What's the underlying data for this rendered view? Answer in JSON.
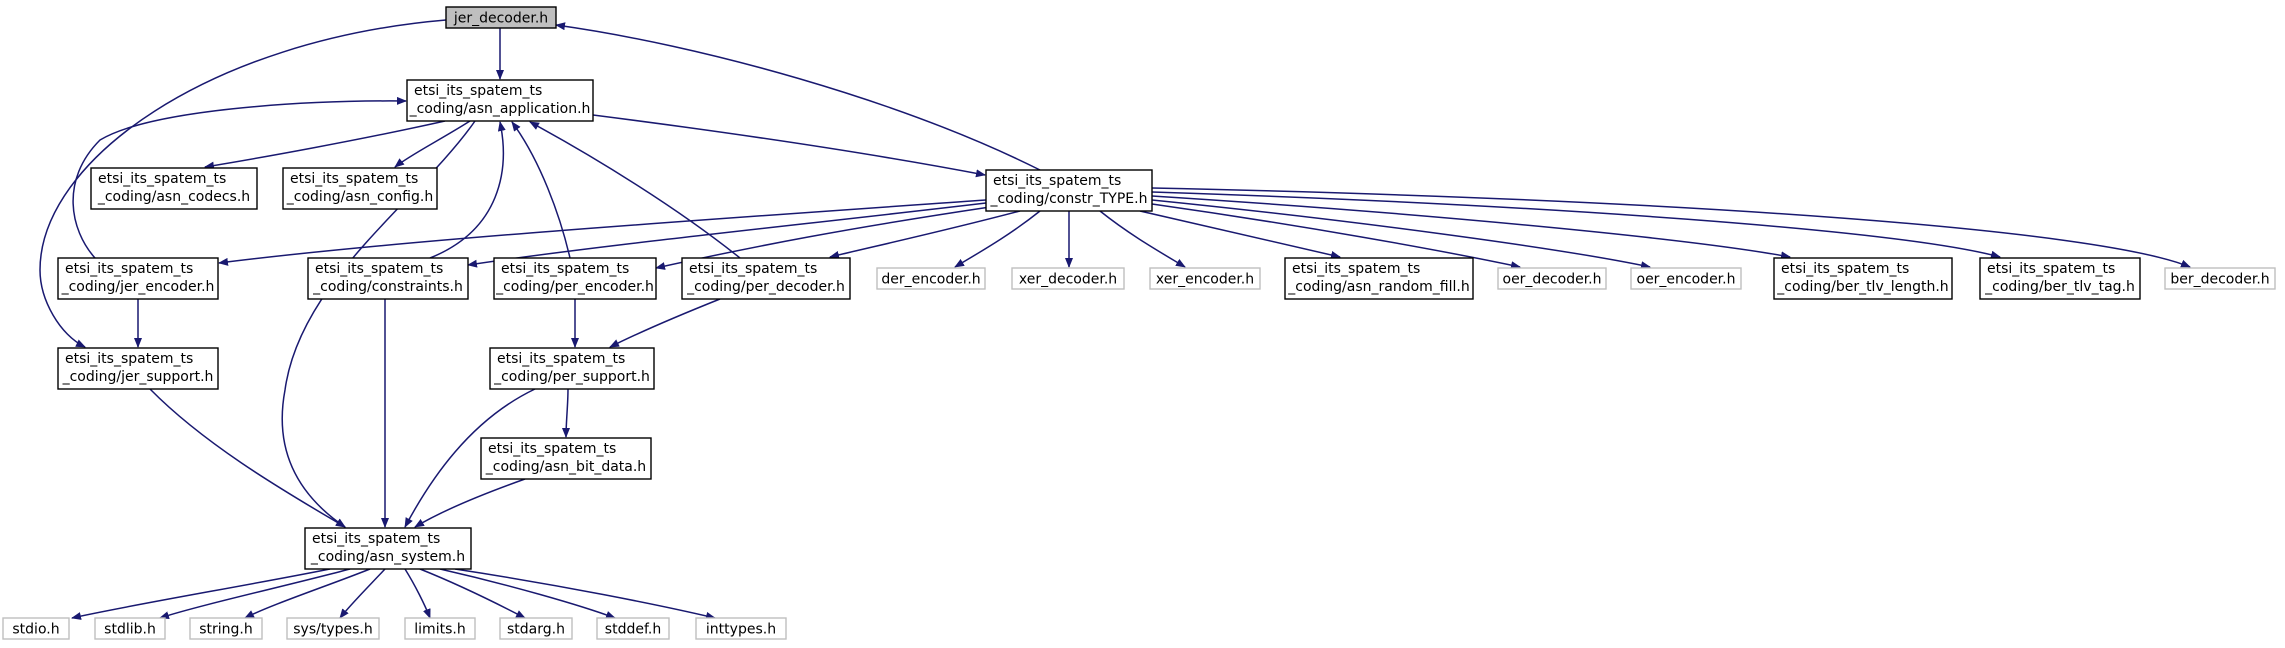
{
  "graph_colors": {
    "edge": "#191970",
    "root_fill": "#bfbfbf",
    "node_border": "#000000",
    "external_border": "#bfbfbf"
  },
  "nodes": {
    "jer_decoder": {
      "lines": [
        "jer_decoder.h"
      ]
    },
    "asn_application": {
      "lines": [
        "etsi_its_spatem_ts",
        "_coding/asn_application.h"
      ]
    },
    "asn_codecs": {
      "lines": [
        "etsi_its_spatem_ts",
        "_coding/asn_codecs.h"
      ]
    },
    "asn_config": {
      "lines": [
        "etsi_its_spatem_ts",
        "_coding/asn_config.h"
      ]
    },
    "constr_TYPE": {
      "lines": [
        "etsi_its_spatem_ts",
        "_coding/constr_TYPE.h"
      ]
    },
    "jer_encoder": {
      "lines": [
        "etsi_its_spatem_ts",
        "_coding/jer_encoder.h"
      ]
    },
    "constraints": {
      "lines": [
        "etsi_its_spatem_ts",
        "_coding/constraints.h"
      ]
    },
    "per_encoder": {
      "lines": [
        "etsi_its_spatem_ts",
        "_coding/per_encoder.h"
      ]
    },
    "per_decoder": {
      "lines": [
        "etsi_its_spatem_ts",
        "_coding/per_decoder.h"
      ]
    },
    "der_encoder": {
      "lines": [
        "der_encoder.h"
      ]
    },
    "xer_decoder": {
      "lines": [
        "xer_decoder.h"
      ]
    },
    "xer_encoder": {
      "lines": [
        "xer_encoder.h"
      ]
    },
    "asn_random_fill": {
      "lines": [
        "etsi_its_spatem_ts",
        "_coding/asn_random_fill.h"
      ]
    },
    "oer_decoder": {
      "lines": [
        "oer_decoder.h"
      ]
    },
    "oer_encoder": {
      "lines": [
        "oer_encoder.h"
      ]
    },
    "ber_tlv_length": {
      "lines": [
        "etsi_its_spatem_ts",
        "_coding/ber_tlv_length.h"
      ]
    },
    "ber_tlv_tag": {
      "lines": [
        "etsi_its_spatem_ts",
        "_coding/ber_tlv_tag.h"
      ]
    },
    "ber_decoder": {
      "lines": [
        "ber_decoder.h"
      ]
    },
    "jer_support": {
      "lines": [
        "etsi_its_spatem_ts",
        "_coding/jer_support.h"
      ]
    },
    "per_support": {
      "lines": [
        "etsi_its_spatem_ts",
        "_coding/per_support.h"
      ]
    },
    "asn_bit_data": {
      "lines": [
        "etsi_its_spatem_ts",
        "_coding/asn_bit_data.h"
      ]
    },
    "asn_system": {
      "lines": [
        "etsi_its_spatem_ts",
        "_coding/asn_system.h"
      ]
    },
    "stdio": {
      "lines": [
        "stdio.h"
      ]
    },
    "stdlib": {
      "lines": [
        "stdlib.h"
      ]
    },
    "string": {
      "lines": [
        "string.h"
      ]
    },
    "sys_types": {
      "lines": [
        "sys/types.h"
      ]
    },
    "limits": {
      "lines": [
        "limits.h"
      ]
    },
    "stdarg": {
      "lines": [
        "stdarg.h"
      ]
    },
    "stddef": {
      "lines": [
        "stddef.h"
      ]
    },
    "inttypes": {
      "lines": [
        "inttypes.h"
      ]
    }
  },
  "edges": [
    [
      "jer_decoder",
      "asn_application"
    ],
    [
      "jer_decoder",
      "jer_support"
    ],
    [
      "asn_application",
      "asn_codecs"
    ],
    [
      "asn_application",
      "asn_config"
    ],
    [
      "asn_application",
      "constr_TYPE"
    ],
    [
      "asn_application",
      "asn_system"
    ],
    [
      "constr_TYPE",
      "jer_decoder"
    ],
    [
      "constr_TYPE",
      "jer_encoder"
    ],
    [
      "constr_TYPE",
      "constraints"
    ],
    [
      "constr_TYPE",
      "per_encoder"
    ],
    [
      "constr_TYPE",
      "per_decoder"
    ],
    [
      "constr_TYPE",
      "der_encoder"
    ],
    [
      "constr_TYPE",
      "xer_decoder"
    ],
    [
      "constr_TYPE",
      "xer_encoder"
    ],
    [
      "constr_TYPE",
      "asn_random_fill"
    ],
    [
      "constr_TYPE",
      "oer_decoder"
    ],
    [
      "constr_TYPE",
      "oer_encoder"
    ],
    [
      "constr_TYPE",
      "ber_tlv_length"
    ],
    [
      "constr_TYPE",
      "ber_tlv_tag"
    ],
    [
      "constr_TYPE",
      "ber_decoder"
    ],
    [
      "jer_encoder",
      "asn_application"
    ],
    [
      "jer_encoder",
      "jer_support"
    ],
    [
      "constraints",
      "asn_application"
    ],
    [
      "constraints",
      "asn_system"
    ],
    [
      "per_encoder",
      "asn_application"
    ],
    [
      "per_encoder",
      "per_support"
    ],
    [
      "per_decoder",
      "asn_application"
    ],
    [
      "per_decoder",
      "per_support"
    ],
    [
      "jer_support",
      "asn_system"
    ],
    [
      "per_support",
      "asn_bit_data"
    ],
    [
      "per_support",
      "asn_system"
    ],
    [
      "asn_bit_data",
      "asn_system"
    ],
    [
      "asn_system",
      "stdio"
    ],
    [
      "asn_system",
      "stdlib"
    ],
    [
      "asn_system",
      "string"
    ],
    [
      "asn_system",
      "sys_types"
    ],
    [
      "asn_system",
      "limits"
    ],
    [
      "asn_system",
      "stdarg"
    ],
    [
      "asn_system",
      "stddef"
    ],
    [
      "asn_system",
      "inttypes"
    ]
  ]
}
